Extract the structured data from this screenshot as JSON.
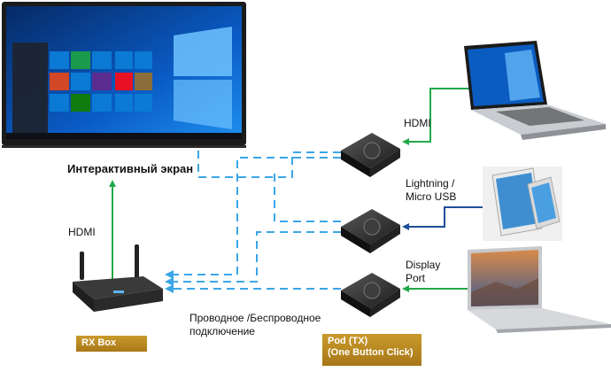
{
  "labels": {
    "screen": "Интерактивный экран",
    "hdmi_rx": "HDMI",
    "hdmi_tx": "HDMI",
    "lightning_line1": "Lightning /",
    "lightning_line2": "Micro USB",
    "displayport_line1": "Display",
    "displayport_line2": "Port",
    "connection_line1": "Проводное /Беспроводное",
    "connection_line2": "подключение"
  },
  "badges": {
    "rx": "RX Box",
    "pod_line1": "Pod (TX)",
    "pod_line2": "(One Button Click)"
  },
  "colors": {
    "green": "#22a84a",
    "blue": "#1f4e9a",
    "dash": "#3ba6e6",
    "gold": "#b8860b"
  },
  "icons": {
    "screen": "interactive-display-icon",
    "rx": "router-icon",
    "pod": "pod-transmitter-icon",
    "laptop": "laptop-icon",
    "tablet": "tablet-phone-icon",
    "macbook": "macbook-icon"
  }
}
